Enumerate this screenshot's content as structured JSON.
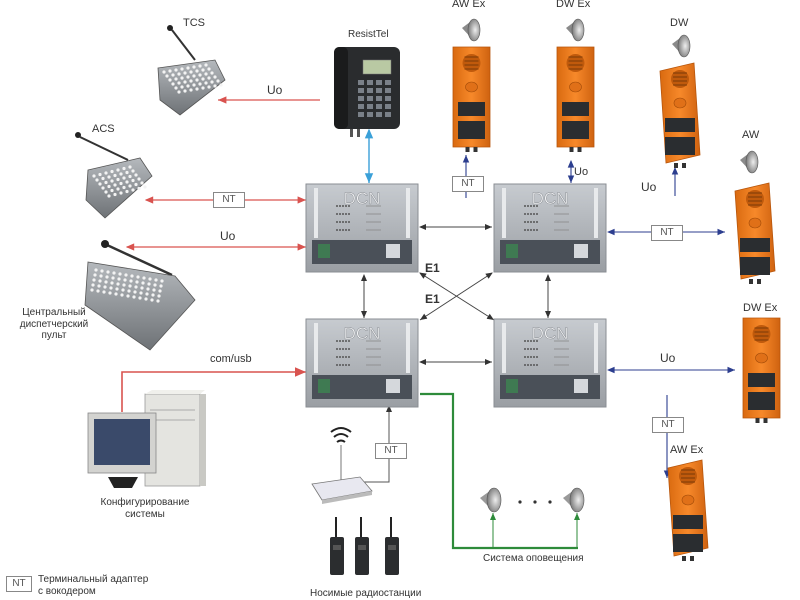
{
  "diagram": {
    "devices": {
      "tcs": {
        "label": "TCS"
      },
      "resisttel": {
        "label": "ResistTel"
      },
      "acs": {
        "label": "ACS"
      },
      "central_console": {
        "label_lines": [
          "Центральный",
          "диспетчерский",
          "пульт"
        ]
      },
      "aw_ex_top": {
        "label": "AW Ex"
      },
      "dw_ex_top": {
        "label": "DW Ex"
      },
      "dw_right": {
        "label": "DW"
      },
      "aw_right": {
        "label": "AW"
      },
      "dw_ex_right": {
        "label": "DW Ex"
      },
      "aw_ex_bottom": {
        "label": "AW Ex"
      },
      "pc": {
        "label_lines": [
          "Конфигурирование",
          "системы"
        ]
      },
      "radios": {
        "label": "Носимые радиостанции"
      },
      "pa_system": {
        "label": "Система оповещения"
      }
    },
    "dcn_nodes": [
      {
        "id": "top-left",
        "label": "DCN"
      },
      {
        "id": "top-right",
        "label": "DCN"
      },
      {
        "id": "bottom-left",
        "label": "DCN"
      },
      {
        "id": "bottom-right",
        "label": "DCN"
      }
    ],
    "link_labels": {
      "uo": "Uo",
      "nt": "NT",
      "e1": "E1",
      "com_usb": "com/usb"
    },
    "legend": {
      "symbol": "NT",
      "text_lines": [
        "Терминальный адаптер",
        "с вокодером"
      ]
    },
    "colors": {
      "red_link": "#d9534f",
      "blue_link": "#2c3e8f",
      "cyan_link": "#3aa0d8",
      "green_link": "#2e8b3a",
      "gray_link": "#555555",
      "device_orange": "#f07a1a",
      "dcn_gray": "#a9adb2"
    }
  }
}
